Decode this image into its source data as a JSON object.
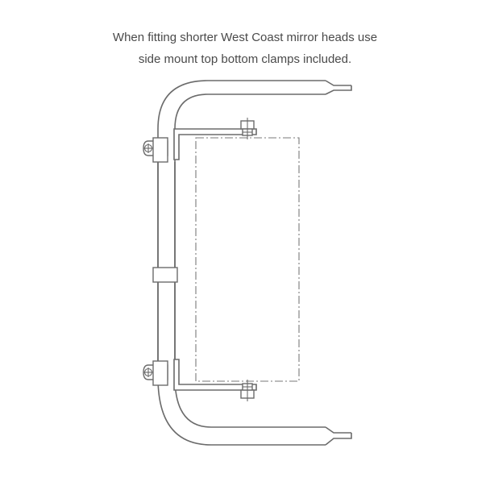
{
  "caption": {
    "line1": "When fitting shorter West Coast mirror heads use",
    "line2": "side mount top bottom clamps included."
  },
  "drawing": {
    "parts": [
      "mirror-arm-tube",
      "top-swivel-clamp",
      "middle-clamp",
      "bottom-swivel-clamp",
      "top-bracket",
      "bottom-bracket",
      "mirror-head-outline"
    ]
  }
}
